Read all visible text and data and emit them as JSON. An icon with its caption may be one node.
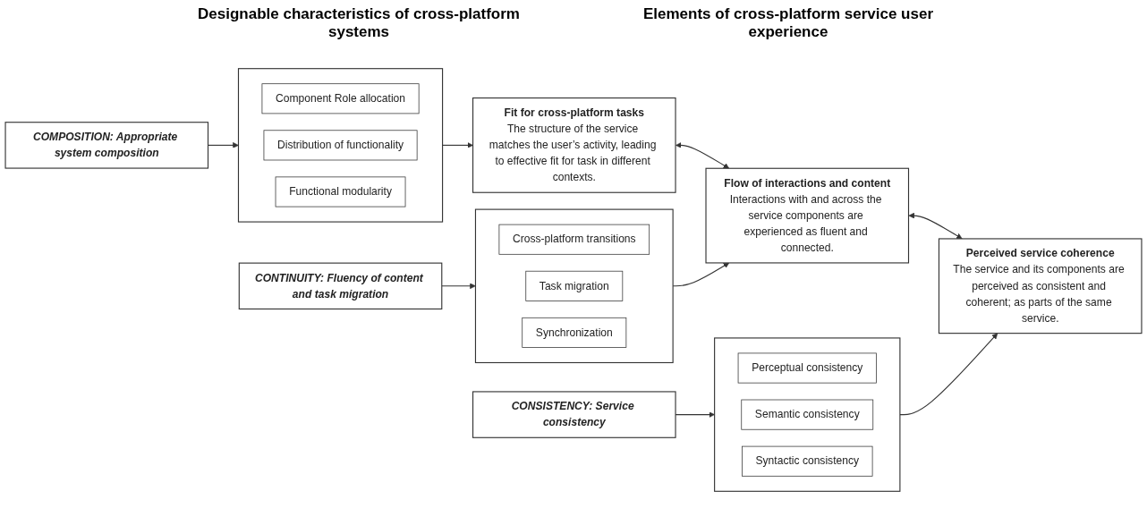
{
  "diagram": {
    "nodes": [
      {
        "text": [
          "COMPOSITION: Appropriate system composition"
        ]
      },
      {
        "text": [],
        "shape": "box"
      },
      {
        "text": [
          "Component Role allocation"
        ],
        "in": 1
      },
      {
        "text": [
          "Distribution of functionality"
        ],
        "in": 1
      },
      {
        "text": [
          "Functional modularity"
        ],
        "in": 1
      },
      {
        "text": [
          "Fit for cross-platform tasks",
          "The structure of the service matches the user’s activity, leading to effective fit for task in different contexts."
        ]
      },
      {
        "text": [
          "CONTINUITY: Fluency of content and task migration"
        ]
      },
      {
        "text": [],
        "shape": "box"
      },
      {
        "text": [
          "Cross-platform transitions"
        ],
        "in": 7
      },
      {
        "text": [
          "Task migration"
        ],
        "in": 7
      },
      {
        "text": [
          "Synchronization"
        ],
        "in": 7
      },
      {
        "text": [
          "Flow of interactions and content",
          "Interactions with and across the service components are experienced as fluent and connected."
        ]
      },
      {
        "text": [
          "CONSISTENCY: Service consistency"
        ]
      },
      {
        "text": [],
        "shape": "box"
      },
      {
        "text": [
          "Perceptual consistency"
        ],
        "in": 13
      },
      {
        "text": [
          "Semantic consistency"
        ],
        "in": 13
      },
      {
        "text": [
          "Syntactic consistency"
        ],
        "in": 13
      },
      {
        "text": [
          "Perceived service coherence",
          "The service and its components are perceived as consistent and coherent; as parts of the same service."
        ]
      }
    ],
    "edges": [
      {
        "from": 0,
        "to": 1,
        "arrow": "to"
      },
      {
        "from": 1,
        "to": 5,
        "arrow": "to"
      },
      {
        "from": 6,
        "to": 7,
        "arrow": "to"
      },
      {
        "from": 7,
        "to": 11,
        "arrow": "to"
      },
      {
        "from": 12,
        "to": 13,
        "arrow": "to"
      },
      {
        "from": 13,
        "to": 17,
        "arrow": "to"
      },
      {
        "from": 5,
        "to": 11,
        "arrow": "both"
      },
      {
        "from": 11,
        "to": 17,
        "arrow": "both"
      }
    ],
    "labels": [
      "Designable characteristics of cross-platform systems",
      "Elements of cross-platform service user experience"
    ]
  }
}
